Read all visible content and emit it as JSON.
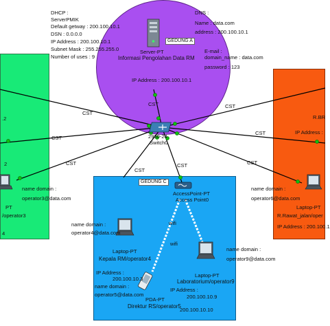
{
  "server_info": {
    "dhcp_label": "DHCP :",
    "name": "ServerPMIK",
    "gateway": "Default getway : 200.100.10.1",
    "dsn": "DSN : 0.0.0.0",
    "ip_address": "IP Address : 200.100.10.1",
    "subnet": "Subnet Mask : 255.255.255.0",
    "number_of_uses": "Number of uses : 9"
  },
  "dns_info": {
    "dns_label": "DNS :",
    "name": "Name : data.com",
    "address": "address : 200.100.10.1"
  },
  "email_info": {
    "label": "E-mail :",
    "domain_name": "domain_name : data.com",
    "password": "password : 123"
  },
  "gedung_a": "GEDUNG A",
  "gedung_c": "GEDUNG C",
  "server": {
    "type": "Server-PT",
    "name": "Informasi Pengolahan Data RM",
    "ip": "IP Address : 200.100.10.1"
  },
  "switch": {
    "type": "2960-24",
    "name": "Switch0"
  },
  "access_point": {
    "type": "AccessPoint-PT",
    "name": "Access Point0"
  },
  "cable_label": "CST",
  "wifi_label": "wifi",
  "devices": {
    "left_top_ip": ".2",
    "left_laptop_num": "2",
    "left_laptop_type": "PT",
    "left_laptop_name": "/operator3",
    "left_domain_label": "name domain :",
    "left_domain_value": "operator3@data.com",
    "left_ip_tail": "4",
    "right_top_name": "R.BR",
    "right_ip_label": "IP Address :",
    "right_domain_label": "name domain :",
    "right_domain_value": "operator6@data.com",
    "right_laptop_type": "Laptop-PT",
    "right_laptop_name": "R.Rawat_jalan/oper",
    "right_laptop_ip": "IP Address : 200.100.1",
    "kepala_domain_label": "name domain :",
    "kepala_domain_value": "operator4@data.com",
    "kepala_type": "Laptop-PT",
    "kepala_name": "Kepala RM/operator4",
    "kepala_ip_label": "IP Address :",
    "kepala_ip_value": "200.100.10.3",
    "pda_domain_label": "name domain :",
    "pda_domain_value": "operator5@data.com",
    "pda_type": "PDA-PT",
    "pda_name": "Direktur RS/operator5",
    "pda_ip": "200.100.10.10",
    "lab_domain_label": "name domain :",
    "lab_domain_value": "operator9@data.com",
    "lab_type": "Laptop-PT",
    "lab_name": "Laboratorium/operator9",
    "lab_ip_label": "IP Address :",
    "lab_ip_value": "200.100.10.9"
  },
  "colors": {
    "purple_zone": "#a94ff0",
    "green_zone": "#18ea77",
    "orange_zone": "#f85a10",
    "blue_zone": "#1aa6f4",
    "link_up": "#10c010"
  }
}
